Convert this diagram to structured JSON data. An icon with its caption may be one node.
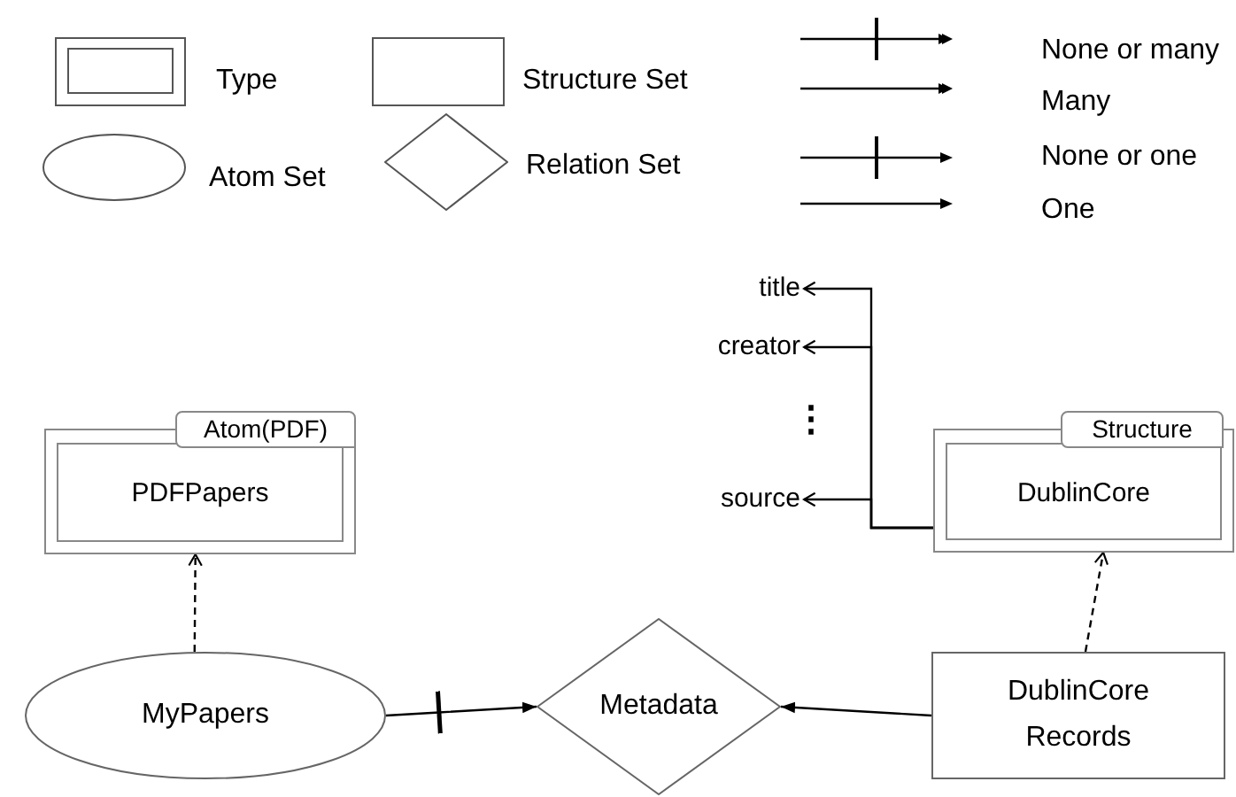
{
  "diagram": {
    "nodes": [
      {
        "text": [
          "Atom(PDF)",
          "PDFPapers"
        ]
      },
      {
        "text": [
          "Structure",
          "DublinCore"
        ]
      },
      {
        "text": [
          "title"
        ]
      },
      {
        "text": [
          "creator"
        ]
      },
      {
        "text": [
          "source"
        ]
      },
      {
        "text": [
          "MyPapers"
        ]
      },
      {
        "text": [
          "Metadata"
        ]
      },
      {
        "text": [
          "DublinCore Records"
        ]
      }
    ],
    "edges": [
      {
        "from": 5,
        "to": 0,
        "arrow": "to",
        "style": "dashed"
      },
      {
        "from": 7,
        "to": 1,
        "arrow": "to",
        "style": "dashed"
      },
      {
        "from": 1,
        "to": 2,
        "arrow": "to"
      },
      {
        "from": 1,
        "to": 3,
        "arrow": "to"
      },
      {
        "from": 1,
        "to": 4,
        "arrow": "to"
      },
      {
        "from": 5,
        "to": 6,
        "arrow": "to"
      },
      {
        "from": 7,
        "to": 6,
        "arrow": "to"
      }
    ],
    "labels": [
      "⋮"
    ],
    "legend": [
      {
        "text": "Type"
      },
      {
        "text": "Structure Set"
      },
      {
        "text": "Atom Set"
      },
      {
        "text": "Relation Set"
      },
      {
        "text": "None or many"
      },
      {
        "text": "Many"
      },
      {
        "text": "None or one"
      },
      {
        "text": "One"
      }
    ]
  }
}
